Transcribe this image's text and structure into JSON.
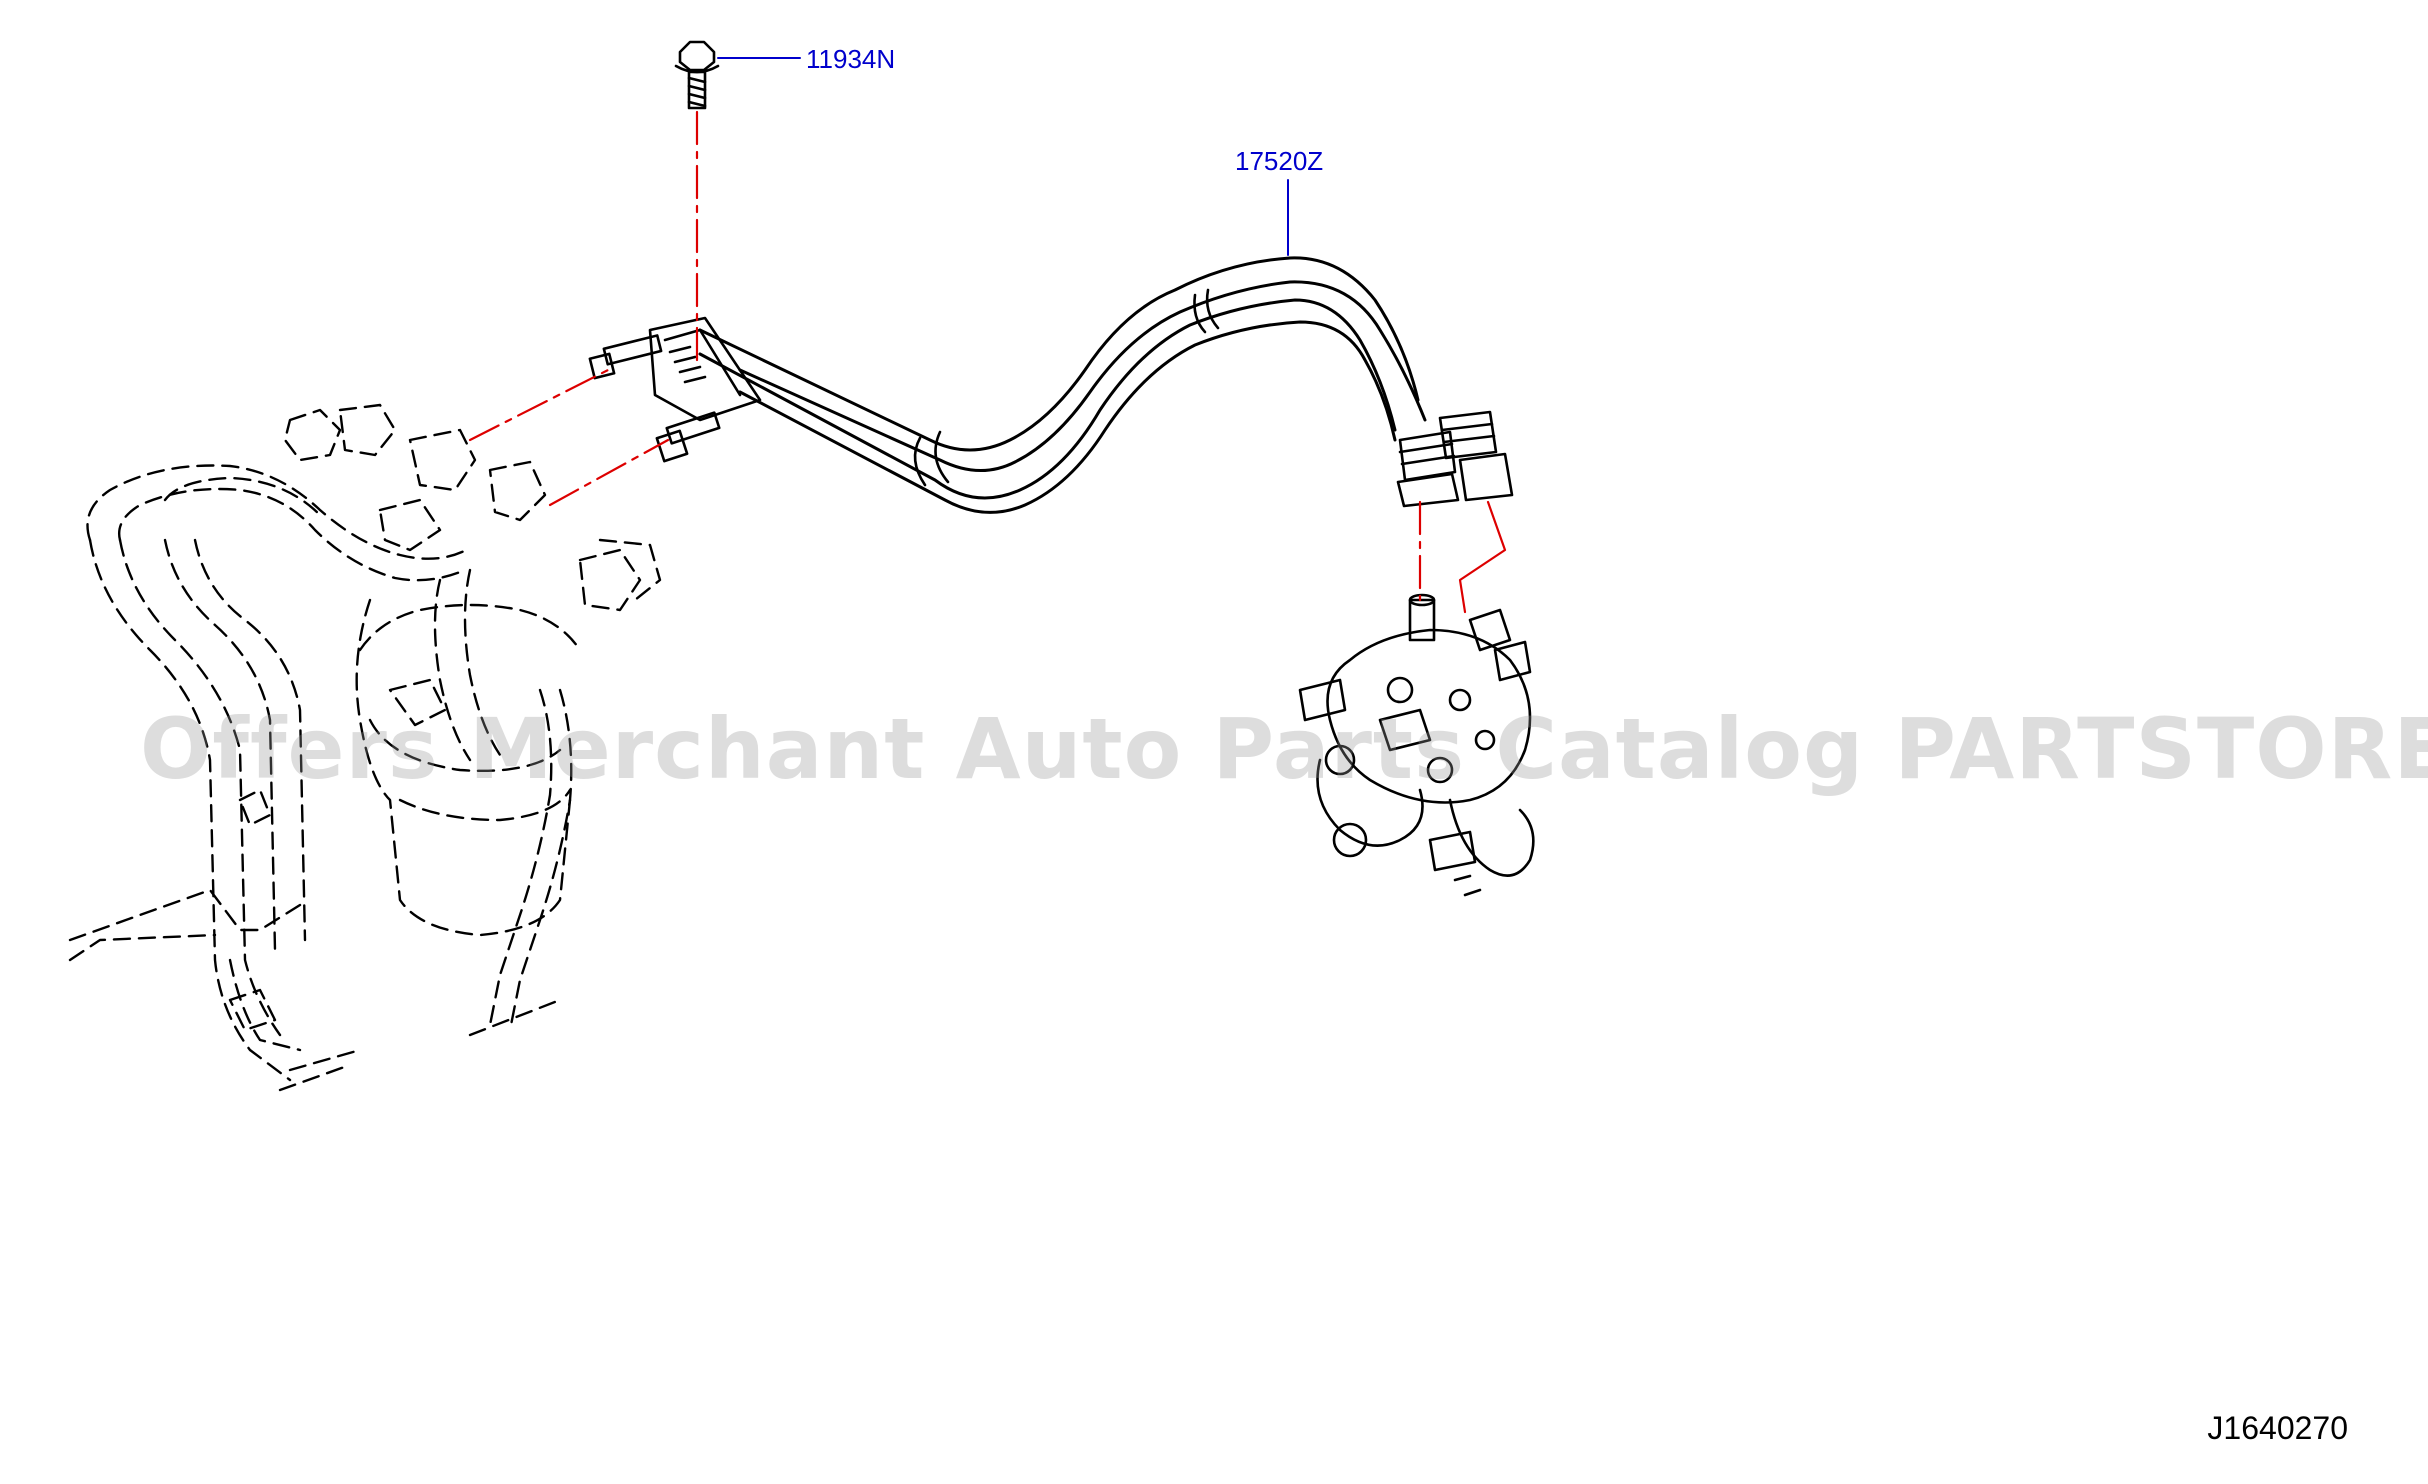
{
  "callouts": {
    "bolt": {
      "label": "11934N",
      "color": "#0000cc"
    },
    "fuel_tube": {
      "label": "17520Z",
      "color": "#0000cc"
    }
  },
  "watermark": {
    "text": "Offers Merchant Auto Parts Catalog PARTSTORE.SA"
  },
  "drawing_id": "J1640270",
  "colors": {
    "outline": "#000000",
    "leader": "#0000cc",
    "centerline": "#dd0000",
    "background": "#ffffff"
  }
}
